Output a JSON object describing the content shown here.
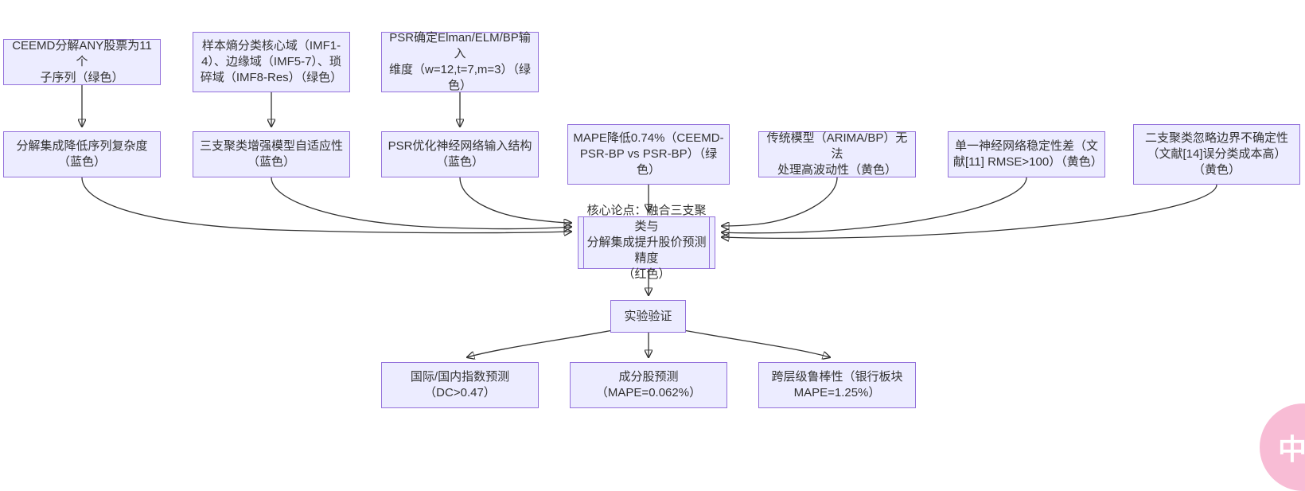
{
  "diagram": {
    "colors": {
      "node_fill": "#ECECFF",
      "node_border": "#9370DB",
      "edge": "#333333",
      "text": "#333333"
    },
    "nodes": {
      "ceemd": {
        "lines": [
          "CEEMD分解ANY股票为11个",
          "子序列（绿色）"
        ]
      },
      "entropy": {
        "lines": [
          "样本熵分类核心域（IMF1-",
          "4）、边缘域（IMF5-7）、琐",
          "碎域（IMF8-Res）（绿色）"
        ]
      },
      "psrdim": {
        "lines": [
          "PSR确定Elman/ELM/BP输入",
          "维度（w=12,t=7,m=3）（绿",
          "色）"
        ]
      },
      "decomp": {
        "lines": [
          "分解集成降低序列复杂度",
          "（蓝色）"
        ]
      },
      "threeway": {
        "lines": [
          "三支聚类增强模型自适应性",
          "（蓝色）"
        ]
      },
      "psropt": {
        "lines": [
          "PSR优化神经网络输入结构",
          "（蓝色）"
        ]
      },
      "mape": {
        "lines": [
          "MAPE降低0.74%（CEEMD-",
          "PSR-BP vs PSR-BP）（绿",
          "色）"
        ]
      },
      "trad": {
        "lines": [
          "传统模型（ARIMA/BP）无法",
          "处理高波动性（黄色）"
        ]
      },
      "single": {
        "lines": [
          "单一神经网络稳定性差（文",
          "献[11] RMSE>100）（黄色）"
        ]
      },
      "twoway": {
        "lines": [
          "二支聚类忽略边界不确定性",
          "（文献[14]误分类成本高）",
          "（黄色）"
        ]
      },
      "core": {
        "lines": [
          "核心论点：融合三支聚类与",
          "分解集成提升股价预测精度",
          "（红色）"
        ]
      },
      "exp": {
        "lines": [
          "实验验证"
        ]
      },
      "index": {
        "lines": [
          "国际/国内指数预测",
          "（DC>0.47）"
        ]
      },
      "const": {
        "lines": [
          "成分股预测",
          "（MAPE=0.062%）"
        ]
      },
      "robust": {
        "lines": [
          "跨层级鲁棒性（银行板块",
          "MAPE=1.25%）"
        ]
      }
    }
  },
  "overlay": {
    "translate_button_label": "中A",
    "translate_button_color": "#F8BCD5"
  }
}
